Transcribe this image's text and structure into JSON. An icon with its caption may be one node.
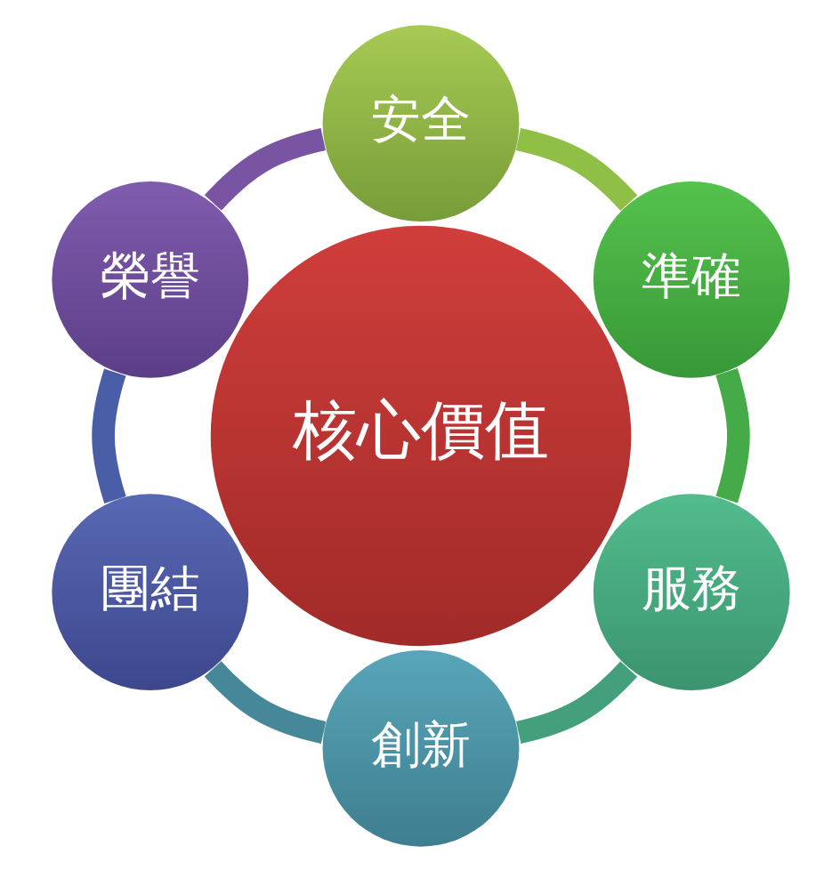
{
  "diagram": {
    "nodes": [
      {
        "text": [
          "核心價值"
        ]
      },
      {
        "text": [
          "安全"
        ]
      },
      {
        "text": [
          "準確"
        ]
      },
      {
        "text": [
          "服務"
        ]
      },
      {
        "text": [
          "創新"
        ]
      },
      {
        "text": [
          "團結"
        ]
      },
      {
        "text": [
          "榮譽"
        ]
      }
    ],
    "edges": [
      {
        "from": 1,
        "to": 2,
        "arrow": "none",
        "color": "#8fbf45"
      },
      {
        "from": 2,
        "to": 3,
        "arrow": "none",
        "color": "#45ab48"
      },
      {
        "from": 3,
        "to": 4,
        "arrow": "none",
        "color": "#44a07c"
      },
      {
        "from": 4,
        "to": 5,
        "arrow": "none",
        "color": "#46889a"
      },
      {
        "from": 5,
        "to": 6,
        "arrow": "none",
        "color": "#4a5ea8"
      },
      {
        "from": 6,
        "to": 1,
        "arrow": "none",
        "color": "#7854a2"
      }
    ]
  }
}
